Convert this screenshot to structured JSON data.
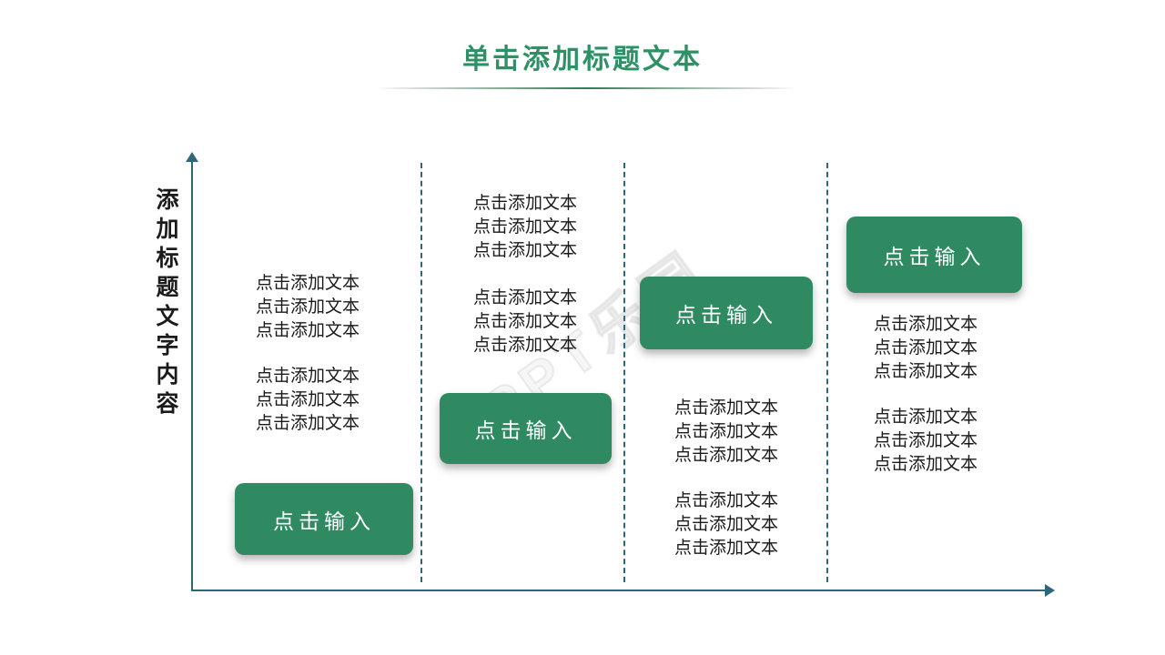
{
  "title": "单击添加标题文本",
  "watermark": "PPT乐园",
  "axis": {
    "label": "添加标题文字内容"
  },
  "colors": {
    "title_green": "#2E9166",
    "button_green": "#2F8A62",
    "axis_teal": "#2E6779",
    "body_text": "#1A1A1A"
  },
  "columns": [
    {
      "button": "点击输入",
      "blocks": [
        {
          "lines": [
            "点击添加文本",
            "点击添加文本",
            "点击添加文本"
          ]
        },
        {
          "lines": [
            "点击添加文本",
            "点击添加文本",
            "点击添加文本"
          ]
        }
      ]
    },
    {
      "button": "点击输入",
      "blocks": [
        {
          "lines": [
            "点击添加文本",
            "点击添加文本",
            "点击添加文本"
          ]
        },
        {
          "lines": [
            "点击添加文本",
            "点击添加文本",
            "点击添加文本"
          ]
        }
      ]
    },
    {
      "button": "点击输入",
      "blocks": [
        {
          "lines": [
            "点击添加文本",
            "点击添加文本",
            "点击添加文本"
          ]
        },
        {
          "lines": [
            "点击添加文本",
            "点击添加文本",
            "点击添加文本"
          ]
        }
      ]
    },
    {
      "button": "点击输入",
      "blocks": [
        {
          "lines": [
            "点击添加文本",
            "点击添加文本",
            "点击添加文本"
          ]
        },
        {
          "lines": [
            "点击添加文本",
            "点击添加文本",
            "点击添加文本"
          ]
        }
      ]
    }
  ]
}
